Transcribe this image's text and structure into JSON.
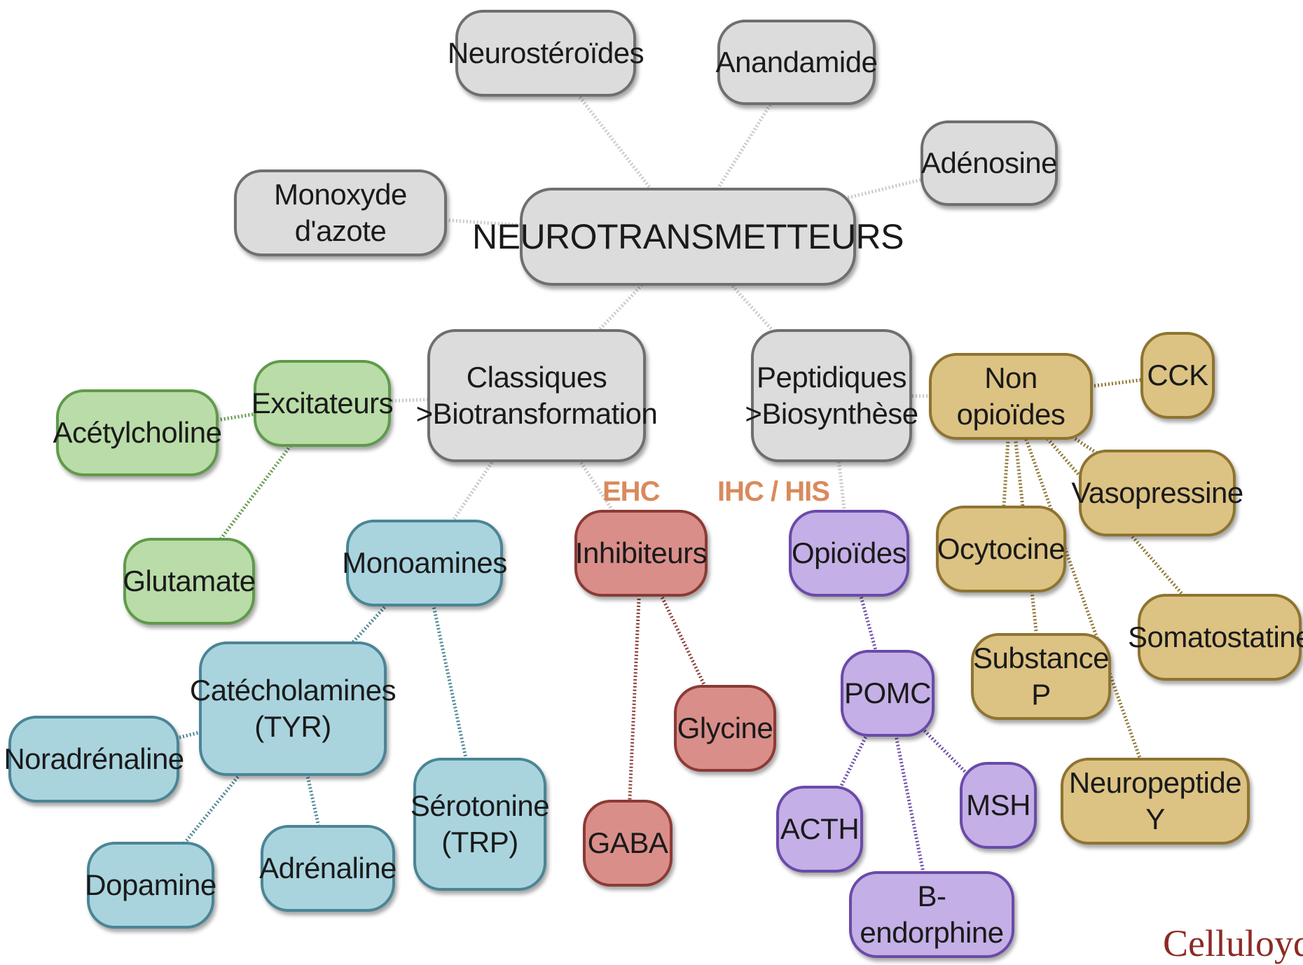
{
  "nodes": [
    {
      "id": "root",
      "label": "NEUROTRANSMETTEURS",
      "color": "grey"
    },
    {
      "id": "neurosteroides",
      "label": "Neurostéroïdes",
      "color": "grey"
    },
    {
      "id": "anandamide",
      "label": "Anandamide",
      "color": "grey"
    },
    {
      "id": "adenosine",
      "label": "Adénosine",
      "color": "grey"
    },
    {
      "id": "monoxyde",
      "label": "Monoxyde d'azote",
      "color": "grey"
    },
    {
      "id": "classiques",
      "label": "Classiques\n>Biotransformation",
      "color": "grey"
    },
    {
      "id": "peptidiques",
      "label": "Peptidiques\n>Biosynthèse",
      "color": "grey"
    },
    {
      "id": "excitateurs",
      "label": "Excitateurs",
      "color": "green"
    },
    {
      "id": "acetylcholine",
      "label": "Acétylcholine",
      "color": "green"
    },
    {
      "id": "glutamate",
      "label": "Glutamate",
      "color": "green"
    },
    {
      "id": "monoamines",
      "label": "Monoamines",
      "color": "blue"
    },
    {
      "id": "catecholamines",
      "label": "Catécholamines\n(TYR)",
      "color": "blue"
    },
    {
      "id": "noradrenaline",
      "label": "Noradrénaline",
      "color": "blue"
    },
    {
      "id": "dopamine",
      "label": "Dopamine",
      "color": "blue"
    },
    {
      "id": "adrenaline",
      "label": "Adrénaline",
      "color": "blue"
    },
    {
      "id": "serotonine",
      "label": "Sérotonine\n(TRP)",
      "color": "blue"
    },
    {
      "id": "inhibiteurs",
      "label": "Inhibiteurs",
      "color": "red"
    },
    {
      "id": "glycine",
      "label": "Glycine",
      "color": "red"
    },
    {
      "id": "gaba",
      "label": "GABA",
      "color": "red"
    },
    {
      "id": "opioides",
      "label": "Opioïdes",
      "color": "purple"
    },
    {
      "id": "pomc",
      "label": "POMC",
      "color": "purple"
    },
    {
      "id": "acth",
      "label": "ACTH",
      "color": "purple"
    },
    {
      "id": "msh",
      "label": "MSH",
      "color": "purple"
    },
    {
      "id": "bendorphine",
      "label": "B-endorphine",
      "color": "purple"
    },
    {
      "id": "nonopioides",
      "label": "Non opioïdes",
      "color": "gold"
    },
    {
      "id": "cck",
      "label": "CCK",
      "color": "gold"
    },
    {
      "id": "vasopressine",
      "label": "Vasopressine",
      "color": "gold"
    },
    {
      "id": "ocytocine",
      "label": "Ocytocine",
      "color": "gold"
    },
    {
      "id": "somatostatine",
      "label": "Somatostatine",
      "color": "gold"
    },
    {
      "id": "substancep",
      "label": "Substance P",
      "color": "gold"
    },
    {
      "id": "neuropeptidey",
      "label": "Neuropeptide Y",
      "color": "gold"
    }
  ],
  "links": [
    [
      "root",
      "neurosteroides",
      "grey"
    ],
    [
      "root",
      "anandamide",
      "grey"
    ],
    [
      "root",
      "adenosine",
      "grey"
    ],
    [
      "root",
      "monoxyde",
      "grey"
    ],
    [
      "root",
      "classiques",
      "grey"
    ],
    [
      "root",
      "peptidiques",
      "grey"
    ],
    [
      "classiques",
      "excitateurs",
      "grey"
    ],
    [
      "excitateurs",
      "acetylcholine",
      "green"
    ],
    [
      "excitateurs",
      "glutamate",
      "green"
    ],
    [
      "classiques",
      "monoamines",
      "grey"
    ],
    [
      "monoamines",
      "catecholamines",
      "blue"
    ],
    [
      "catecholamines",
      "noradrenaline",
      "blue"
    ],
    [
      "catecholamines",
      "dopamine",
      "blue"
    ],
    [
      "catecholamines",
      "adrenaline",
      "blue"
    ],
    [
      "monoamines",
      "serotonine",
      "blue"
    ],
    [
      "classiques",
      "inhibiteurs",
      "grey"
    ],
    [
      "inhibiteurs",
      "glycine",
      "red"
    ],
    [
      "inhibiteurs",
      "gaba",
      "red"
    ],
    [
      "peptidiques",
      "opioides",
      "grey"
    ],
    [
      "opioides",
      "pomc",
      "purple"
    ],
    [
      "pomc",
      "acth",
      "purple"
    ],
    [
      "pomc",
      "msh",
      "purple"
    ],
    [
      "pomc",
      "bendorphine",
      "purple"
    ],
    [
      "peptidiques",
      "nonopioides",
      "grey"
    ],
    [
      "nonopioides",
      "cck",
      "gold"
    ],
    [
      "nonopioides",
      "vasopressine",
      "gold"
    ],
    [
      "nonopioides",
      "ocytocine",
      "gold"
    ],
    [
      "nonopioides",
      "somatostatine",
      "gold"
    ],
    [
      "nonopioides",
      "substancep",
      "gold"
    ],
    [
      "nonopioides",
      "neuropeptidey",
      "gold"
    ]
  ],
  "tags": {
    "ehc": "EHC",
    "ihc_his": "IHC / HIS"
  },
  "logo": "Celluloyd",
  "colors": {
    "grey": "#c8c8c8",
    "green": "#5f9a4a",
    "blue": "#4a8596",
    "red": "#8c3a36",
    "purple": "#6a4aa8",
    "gold": "#8e7430",
    "tag": "#d98a5c",
    "logo": "#8c2a25"
  }
}
